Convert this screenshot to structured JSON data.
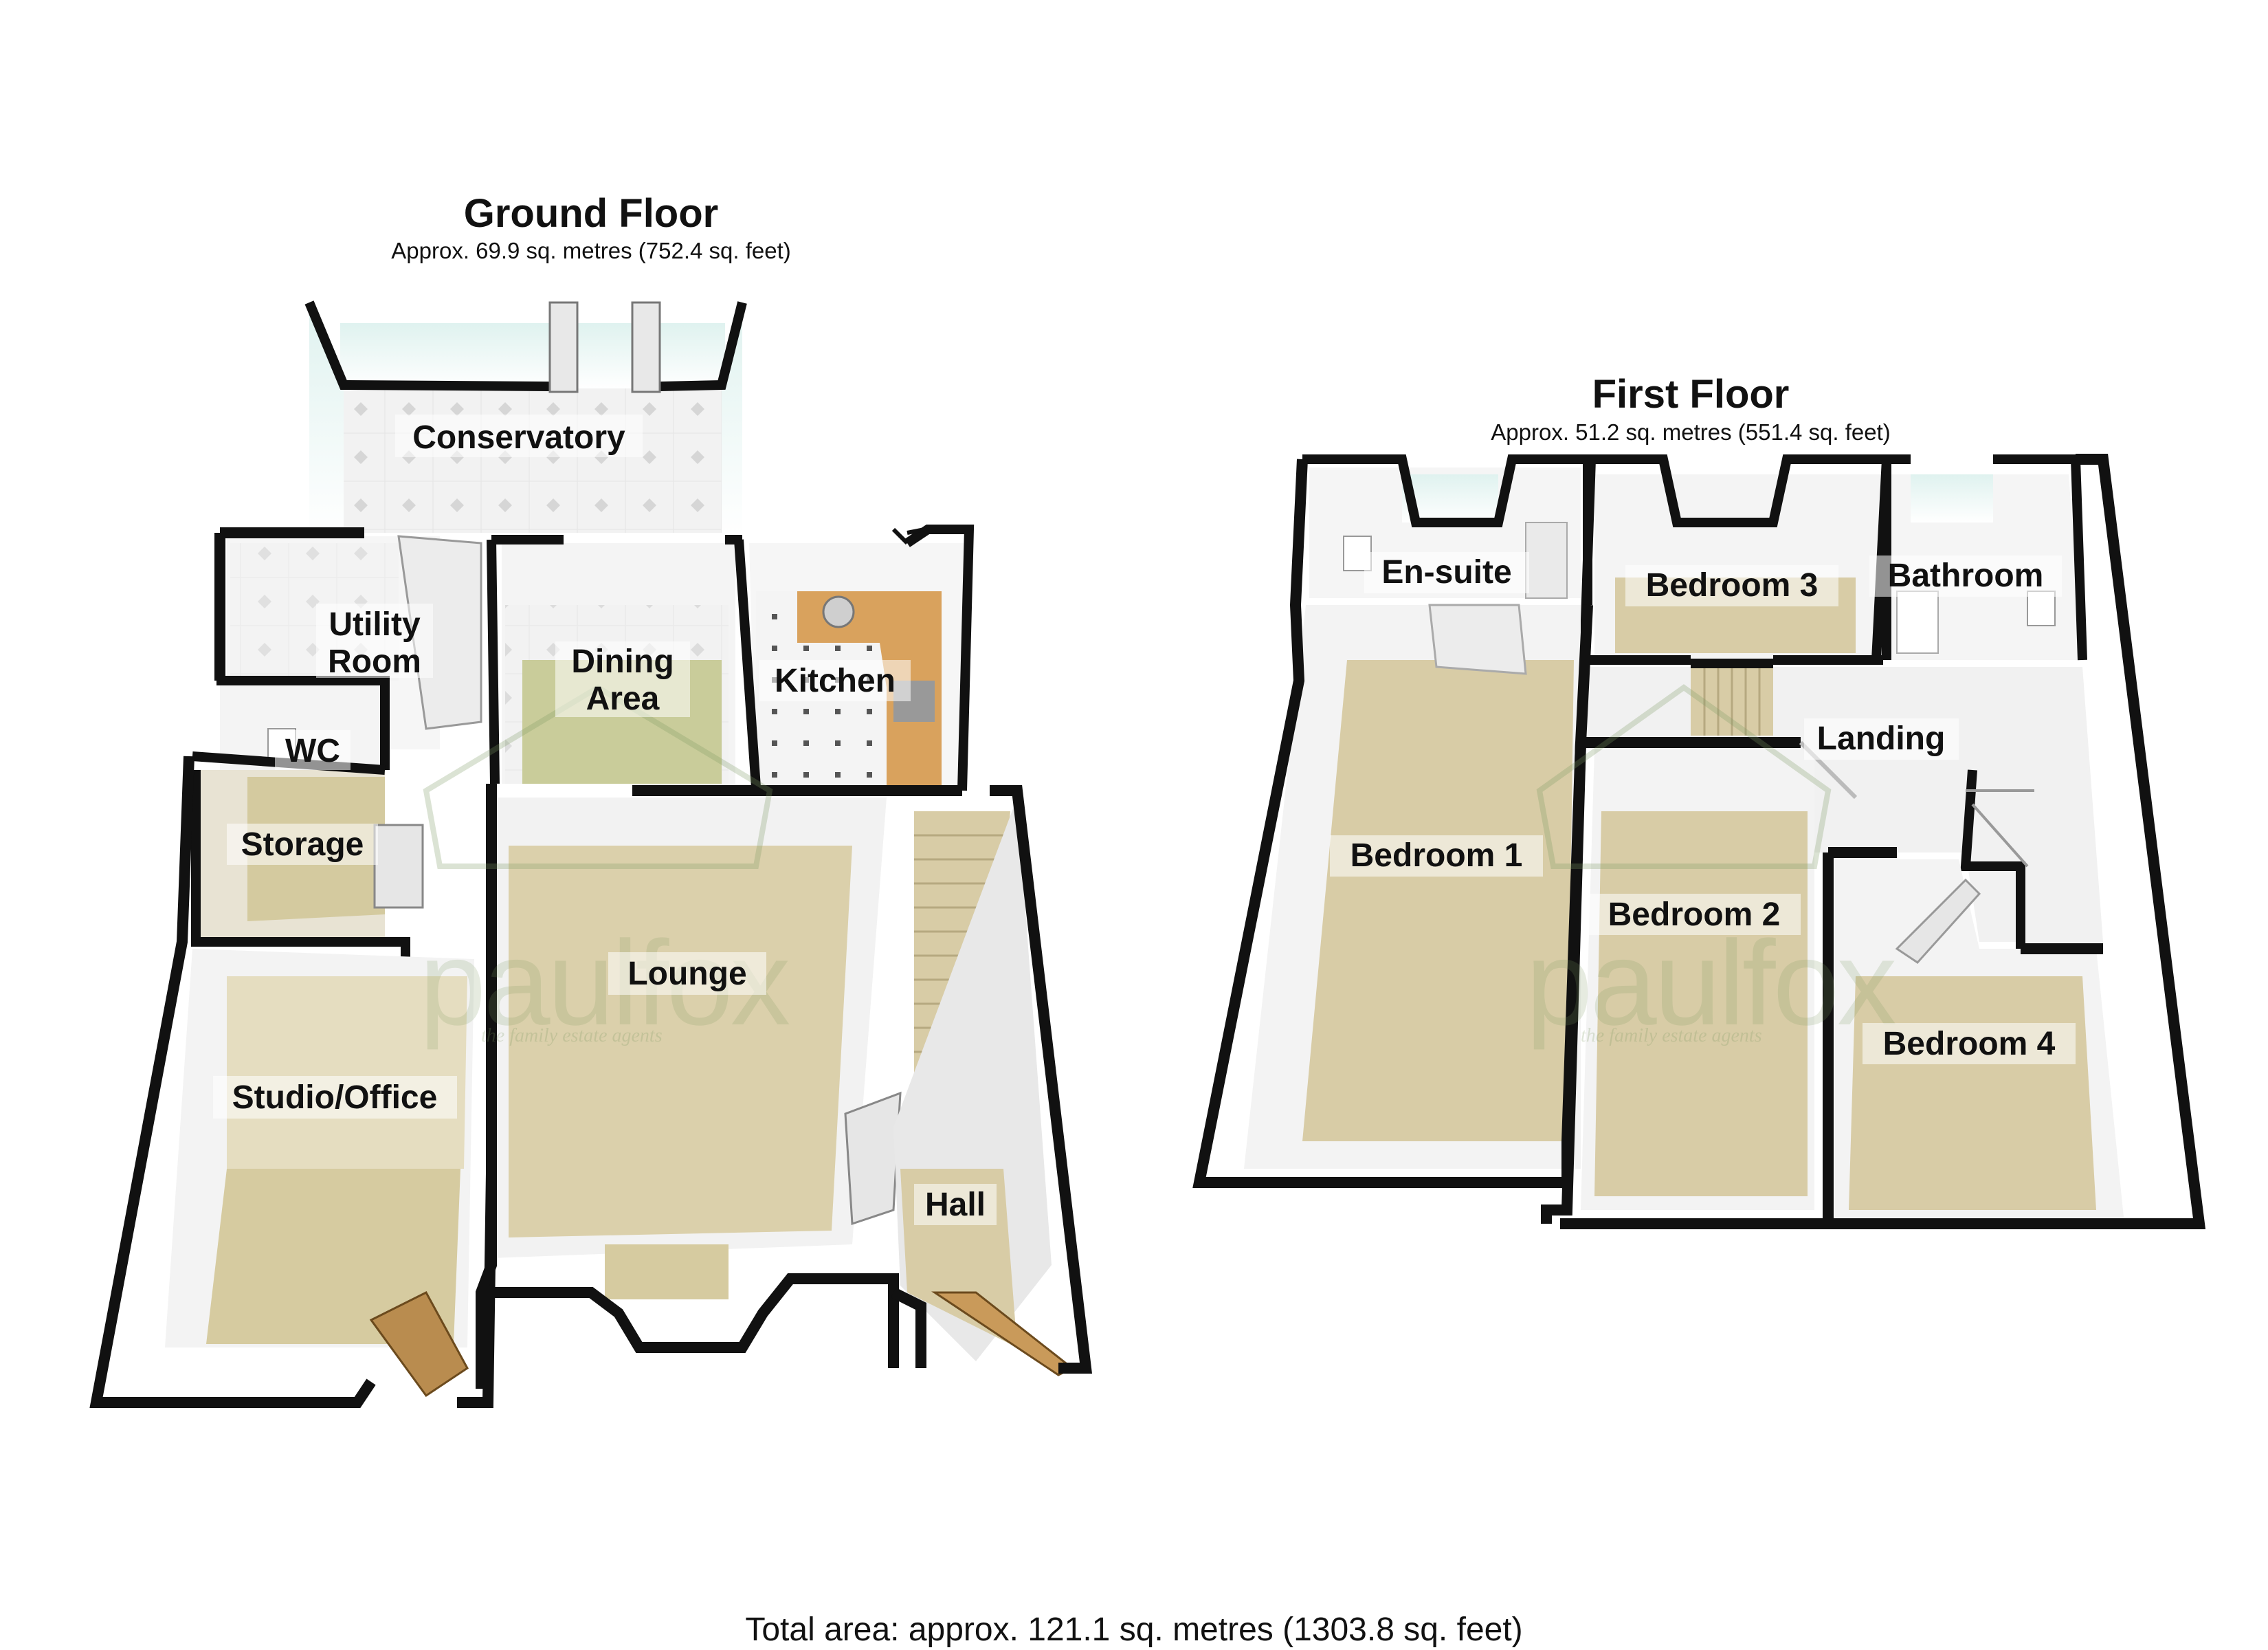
{
  "ground_floor": {
    "title": "Ground Floor",
    "area": "Approx. 69.9 sq. metres (752.4 sq. feet)",
    "rooms": {
      "conservatory": "Conservatory",
      "utility_line1": "Utility",
      "utility_line2": "Room",
      "wc": "WC",
      "storage": "Storage",
      "dining_line1": "Dining",
      "dining_line2": "Area",
      "kitchen": "Kitchen",
      "lounge": "Lounge",
      "studio_office": "Studio/Office",
      "hall": "Hall"
    }
  },
  "first_floor": {
    "title": "First Floor",
    "area": "Approx. 51.2 sq. metres (551.4 sq. feet)",
    "rooms": {
      "en_suite": "En-suite",
      "bedroom_3": "Bedroom 3",
      "bathroom": "Bathroom",
      "landing": "Landing",
      "bedroom_1": "Bedroom 1",
      "bedroom_2": "Bedroom 2",
      "bedroom_4": "Bedroom 4"
    }
  },
  "watermark": {
    "brand": "paulfox",
    "tagline": "the family estate agents"
  },
  "total_area": "Total area: approx. 121.1 sq. metres (1303.8 sq. feet)",
  "colors": {
    "wall": "#111111",
    "carpet": "#d8cca6",
    "kitchen_floor": "#d9a25d",
    "tile_floor": "#f0f0f0",
    "interior_wall": "#e6e6e6",
    "watermark": "#7d9a62"
  }
}
